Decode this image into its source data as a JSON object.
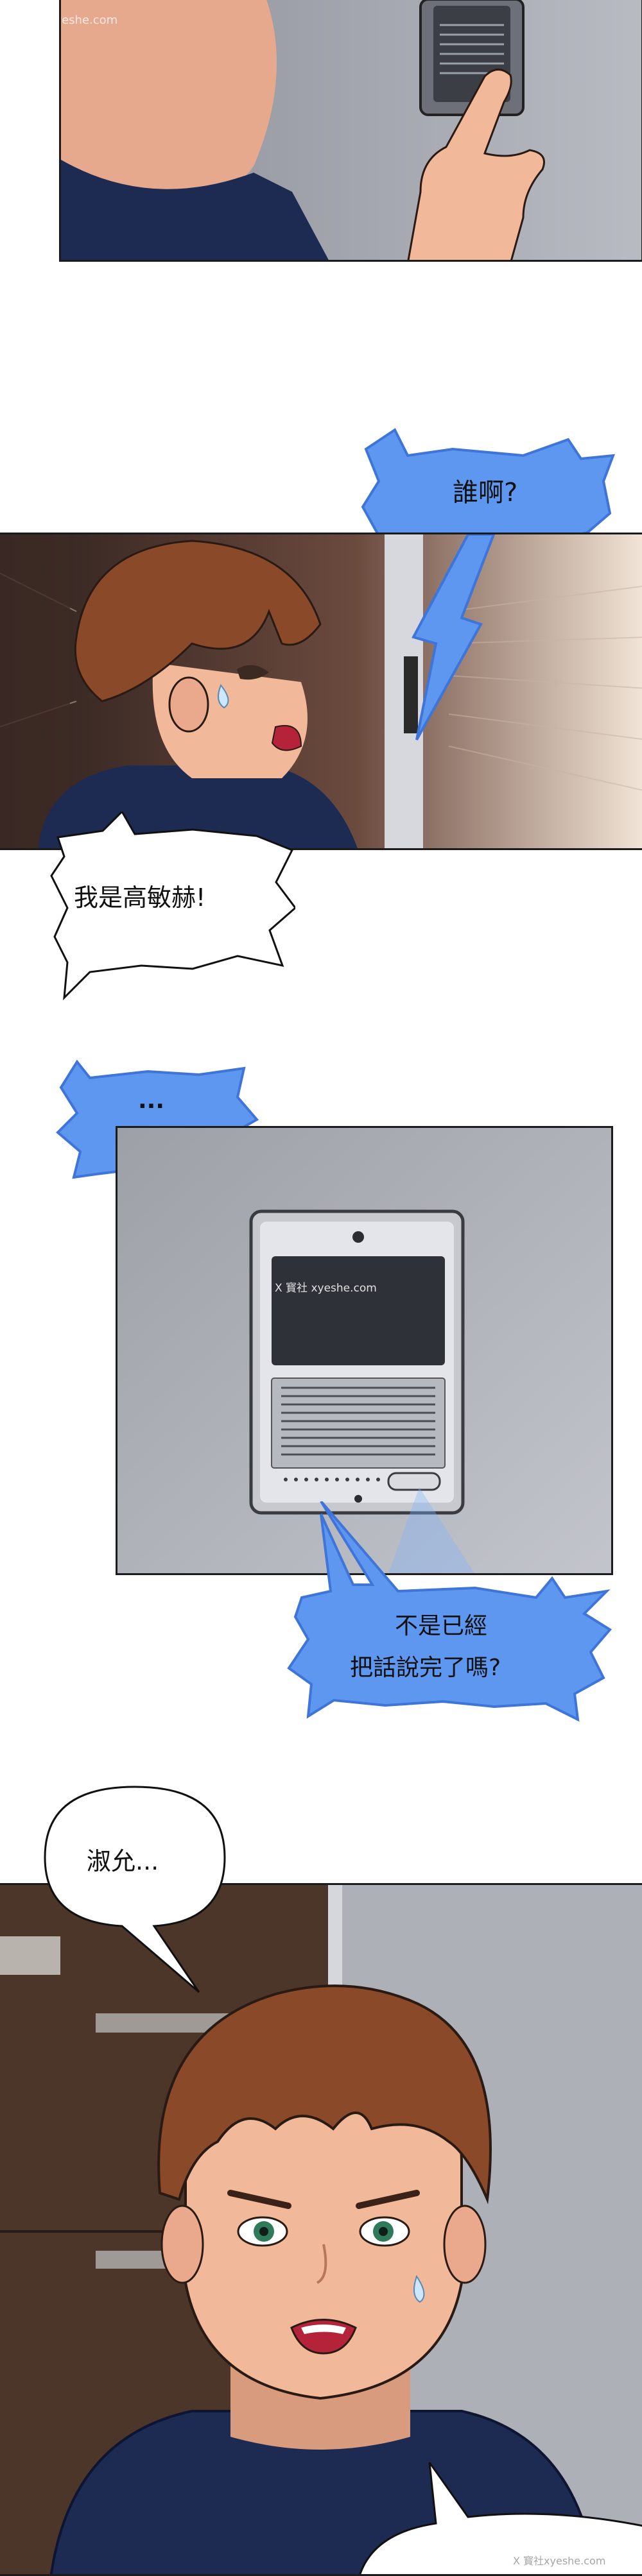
{
  "watermarks": {
    "top_left": "X 寳社 xyeshe.com",
    "center": "X 寳社 xyeshe.com",
    "bottom_right": "X 寳社xyeshe.com"
  },
  "dialogue": {
    "who_is_it": "誰啊?",
    "its_me": "我是高敏赫!",
    "ellipsis": "...",
    "already_said_line1": "不是已經",
    "already_said_line2": "把話說完了嗎?",
    "shuyun": "淑允..."
  },
  "colors": {
    "speech_blue": "#5d97ef",
    "speech_blue_dark": "#3f74d8",
    "border": "#1b1b1b",
    "shirt": "#1d2b52",
    "hair": "#8a4a2a",
    "skin": "#f1b99a"
  }
}
